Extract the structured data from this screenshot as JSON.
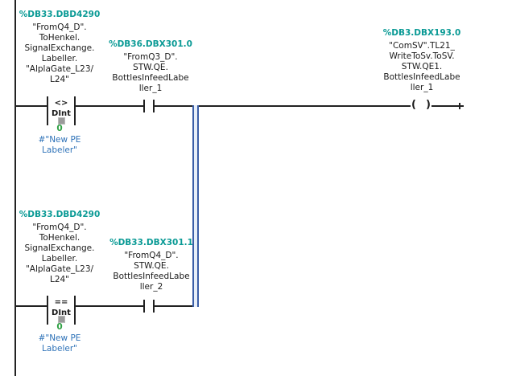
{
  "network1": {
    "compare1": {
      "operand_address": "%DB33.DBD4290",
      "operand_name": [
        "\"FromQ4_D\".",
        "ToHenkel.",
        "SignalExchange.",
        "Labeller.",
        "\"AlplaGate_L23/",
        "L24\""
      ],
      "operator": "<>",
      "datatype": "DInt",
      "compare_value": "0",
      "comment": [
        "#\"New PE",
        "Labeler\""
      ]
    },
    "contact1": {
      "address": "%DB36.DBX301.0",
      "name": [
        "\"FromQ3_D\".",
        "STW.QE.",
        "BottlesInfeedLabe",
        "ller_1"
      ]
    },
    "coil": {
      "address": "%DB3.DBX193.0",
      "name": [
        "\"ComSV\".TL21_",
        "WriteToSv.ToSV.",
        "STW.QE1.",
        "BottlesInfeedLabe",
        "ller_1"
      ],
      "symbol_left": "(",
      "symbol_right": ")"
    },
    "compare2": {
      "operand_address": "%DB33.DBD4290",
      "operand_name": [
        "\"FromQ4_D\".",
        "ToHenkel.",
        "SignalExchange.",
        "Labeller.",
        "\"AlplaGate_L23/",
        "L24\""
      ],
      "operator": "==",
      "datatype": "DInt",
      "compare_value": "0",
      "comment": [
        "#\"New PE",
        "Labeler\""
      ]
    },
    "contact2": {
      "address": "%DB33.DBX301.1",
      "name": [
        "\"FromQ4_D\".",
        "STW.QE.",
        "BottlesInfeedLabe",
        "ller_2"
      ]
    }
  }
}
